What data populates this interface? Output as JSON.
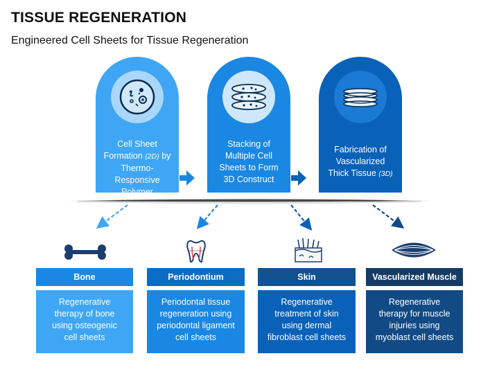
{
  "title": "TISSUE REGENERATION",
  "subtitle": "Engineered Cell Sheets for Tissue Regeneration",
  "stages": [
    {
      "line1": "Cell Sheet",
      "line2a": "Formation ",
      "line2em": "(2D)",
      "line2b": " by",
      "line3": "Thermo-Responsive",
      "line4": "Polymer",
      "icon": "petri-dish-icon"
    },
    {
      "line1": "Stacking of",
      "line2": "Multiple Cell",
      "line3": "Sheets to Form",
      "line4": "3D Construct",
      "icon": "stacked-sheets-icon"
    },
    {
      "line1": "Fabrication of",
      "line2": "Vascularized",
      "line3a": "Thick Tissue ",
      "line3em": "(3D)",
      "icon": "thick-tissue-icon"
    }
  ],
  "categories": [
    {
      "name": "Bone",
      "lines": [
        "Regenerative",
        "therapy of bone",
        "using osteogenic",
        "cell sheets"
      ],
      "icon": "bone-icon"
    },
    {
      "name": "Periodontium",
      "lines": [
        "Periodontal tissue",
        "regeneration using",
        "periodontal ligament",
        "cell sheets"
      ],
      "icon": "tooth-icon"
    },
    {
      "name": "Skin",
      "lines": [
        "Regenerative",
        "treatment of skin",
        "using dermal",
        "fibroblast cell sheets"
      ],
      "icon": "skin-icon"
    },
    {
      "name": "Vascularized Muscle",
      "lines": [
        "Regenerative",
        "therapy for muscle",
        "injuries using",
        "myoblast cell sheets"
      ],
      "icon": "muscle-icon"
    }
  ],
  "colors": {
    "light_blue": "#3fa6f5",
    "mid_blue": "#1a87e3",
    "dark_blue": "#0a61b8",
    "navy": "#124a85"
  }
}
